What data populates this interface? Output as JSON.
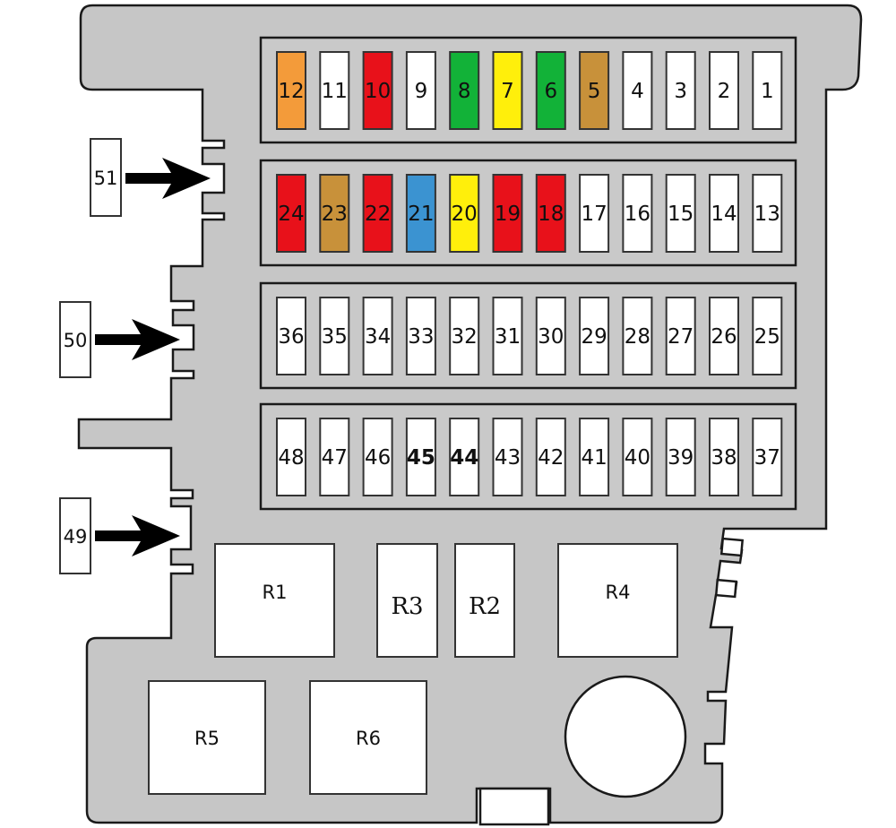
{
  "diagram": {
    "type": "fuse-box-layout",
    "colors": {
      "housing": "#c6c6c6",
      "outline": "#1a1a1a",
      "fuse_white": "#ffffff",
      "fuse_orange": "#f39b3a",
      "fuse_red": "#e8111a",
      "fuse_green": "#12b238",
      "fuse_yellow": "#ffef0b",
      "fuse_tan": "#c8913a",
      "fuse_blue": "#3b93d1"
    },
    "fuse_rows": [
      {
        "name": "row-1",
        "fuses": [
          {
            "label": "12",
            "color": "orange"
          },
          {
            "label": "11",
            "color": "white"
          },
          {
            "label": "10",
            "color": "red"
          },
          {
            "label": "9",
            "color": "white"
          },
          {
            "label": "8",
            "color": "green"
          },
          {
            "label": "7",
            "color": "yellow"
          },
          {
            "label": "6",
            "color": "green"
          },
          {
            "label": "5",
            "color": "tan"
          },
          {
            "label": "4",
            "color": "white"
          },
          {
            "label": "3",
            "color": "white"
          },
          {
            "label": "2",
            "color": "white"
          },
          {
            "label": "1",
            "color": "white"
          }
        ]
      },
      {
        "name": "row-2",
        "fuses": [
          {
            "label": "24",
            "color": "red"
          },
          {
            "label": "23",
            "color": "tan"
          },
          {
            "label": "22",
            "color": "red"
          },
          {
            "label": "21",
            "color": "blue"
          },
          {
            "label": "20",
            "color": "yellow"
          },
          {
            "label": "19",
            "color": "red"
          },
          {
            "label": "18",
            "color": "red"
          },
          {
            "label": "17",
            "color": "white"
          },
          {
            "label": "16",
            "color": "white"
          },
          {
            "label": "15",
            "color": "white"
          },
          {
            "label": "14",
            "color": "white"
          },
          {
            "label": "13",
            "color": "white"
          }
        ]
      },
      {
        "name": "row-3",
        "fuses": [
          {
            "label": "36",
            "color": "white"
          },
          {
            "label": "35",
            "color": "white"
          },
          {
            "label": "34",
            "color": "white"
          },
          {
            "label": "33",
            "color": "white"
          },
          {
            "label": "32",
            "color": "white"
          },
          {
            "label": "31",
            "color": "white"
          },
          {
            "label": "30",
            "color": "white"
          },
          {
            "label": "29",
            "color": "white"
          },
          {
            "label": "28",
            "color": "white"
          },
          {
            "label": "27",
            "color": "white"
          },
          {
            "label": "26",
            "color": "white"
          },
          {
            "label": "25",
            "color": "white"
          }
        ]
      },
      {
        "name": "row-4",
        "fuses": [
          {
            "label": "48",
            "color": "white"
          },
          {
            "label": "47",
            "color": "white"
          },
          {
            "label": "46",
            "color": "white"
          },
          {
            "label": "45",
            "color": "white",
            "bold": true
          },
          {
            "label": "44",
            "color": "white",
            "bold": true
          },
          {
            "label": "43",
            "color": "white"
          },
          {
            "label": "42",
            "color": "white"
          },
          {
            "label": "41",
            "color": "white"
          },
          {
            "label": "40",
            "color": "white"
          },
          {
            "label": "39",
            "color": "white"
          },
          {
            "label": "38",
            "color": "white"
          },
          {
            "label": "37",
            "color": "white"
          }
        ]
      }
    ],
    "side_fuses": [
      {
        "label": "51"
      },
      {
        "label": "50"
      },
      {
        "label": "49"
      }
    ],
    "relays": [
      {
        "label": "R1"
      },
      {
        "label": "R3",
        "serif": true
      },
      {
        "label": "R2",
        "serif": true
      },
      {
        "label": "R4"
      },
      {
        "label": "R5"
      },
      {
        "label": "R6"
      }
    ]
  }
}
